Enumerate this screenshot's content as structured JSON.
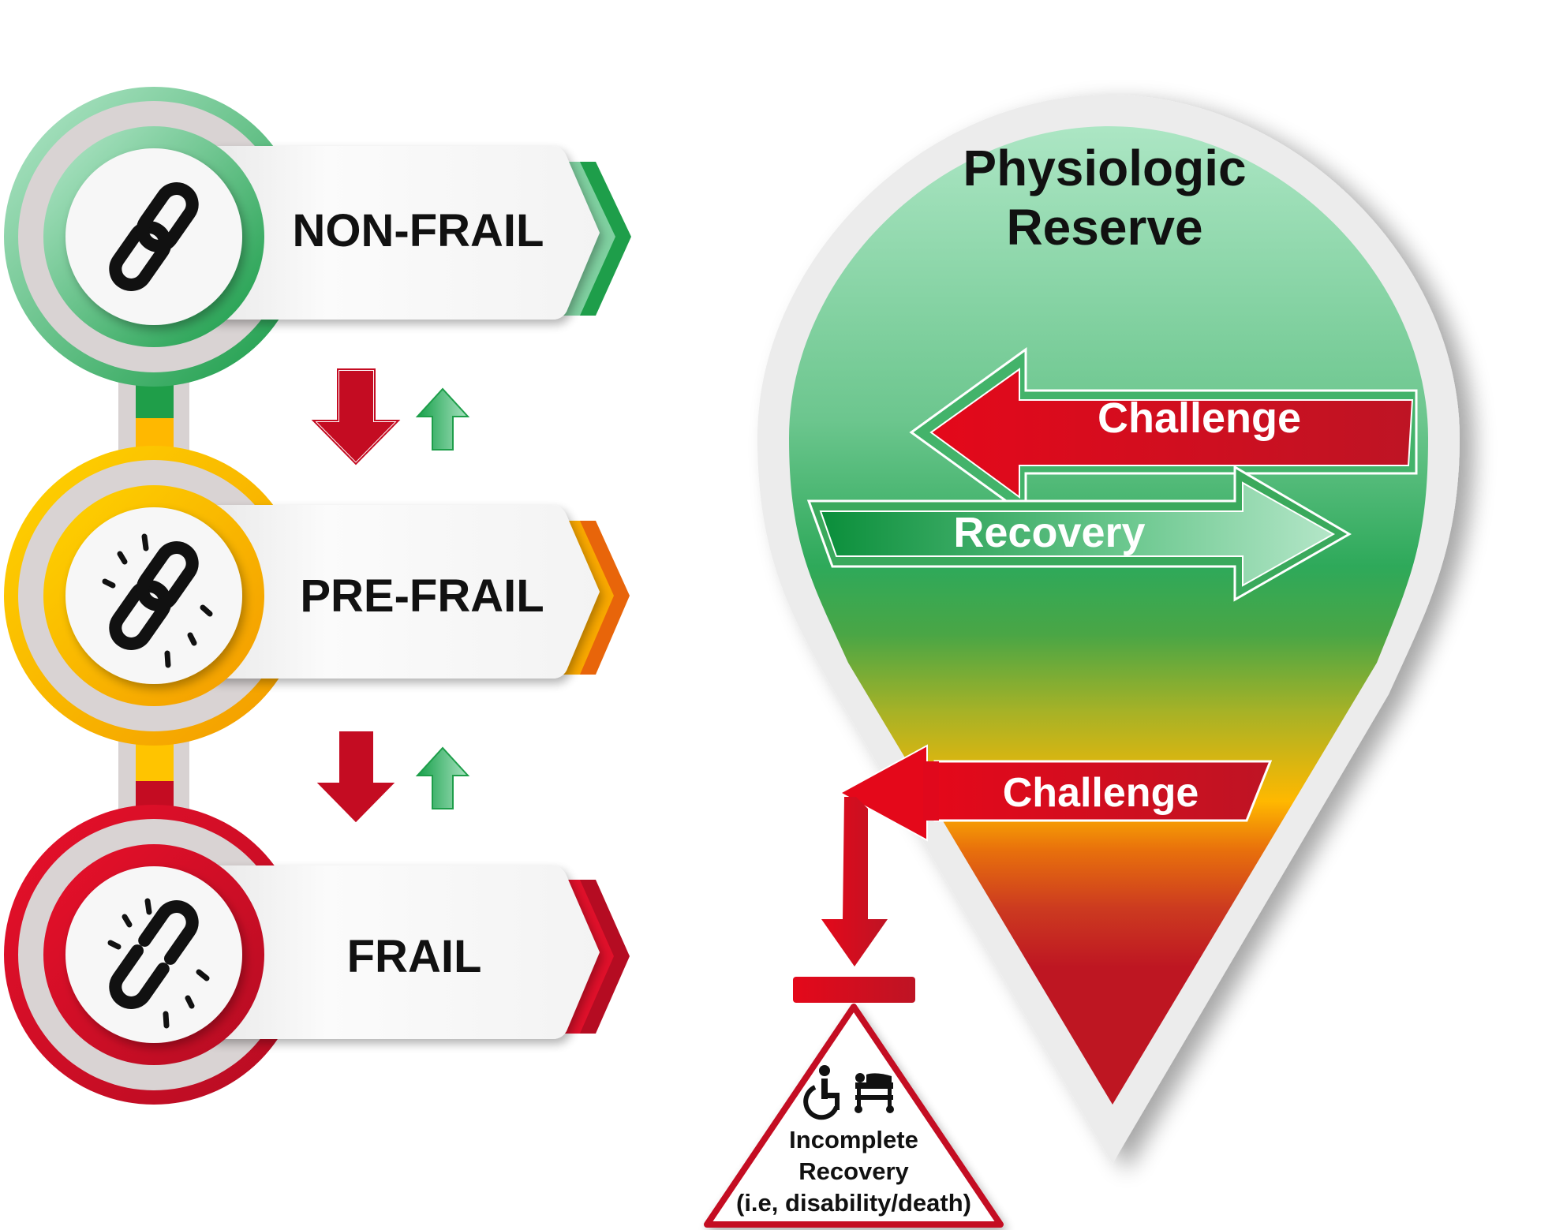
{
  "stages": [
    {
      "label": "NON-FRAIL",
      "icon": "chain-link-icon",
      "color": "#1e9e4a",
      "light": "#a8e2c0"
    },
    {
      "label": "PRE-FRAIL",
      "icon": "cracking-chain-link-icon",
      "color": "#f7a600",
      "light": "#ffd000",
      "accent": "#e8650a"
    },
    {
      "label": "FRAIL",
      "icon": "broken-chain-link-icon",
      "color": "#c8102e",
      "light": "#e0102a"
    }
  ],
  "transitions": [
    {
      "down": "worsening",
      "up": "improving"
    },
    {
      "down": "worsening",
      "up": "improving"
    }
  ],
  "reserve": {
    "title_line1": "Physiologic",
    "title_line2": "Reserve",
    "challenge_upper": "Challenge",
    "recovery": "Recovery",
    "challenge_lower": "Challenge"
  },
  "outcome": {
    "line1": "Incomplete",
    "line2": "Recovery",
    "line3": "(i.e, disability/death)",
    "icons": [
      "wheelchair-icon",
      "hospital-bed-icon"
    ]
  },
  "colors": {
    "green": "#1e9e4a",
    "green_light": "#a8e2c0",
    "yellow": "#ffb800",
    "orange": "#e8650a",
    "red": "#c0152a",
    "red_bright": "#e0081c",
    "pin_border": "#ececec"
  }
}
